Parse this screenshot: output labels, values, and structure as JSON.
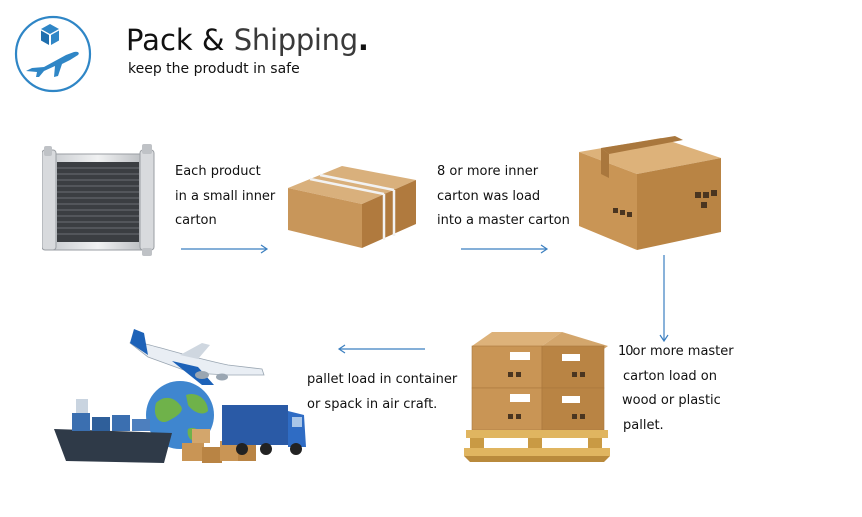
{
  "header": {
    "title_word1": "Pack",
    "title_amp": "&",
    "title_word2": "Shipping",
    "title_dot": ".",
    "subtitle": "keep the produdt in safe",
    "logo_icon": "box-airplane-icon"
  },
  "steps": [
    {
      "line1": "Each product",
      "line2": "in a small inner",
      "line3": "carton",
      "image": "radiator"
    },
    {
      "line1": "8 or more inner",
      "line2": "carton was load",
      "line3": "into a master carton",
      "image": "inner-carton"
    },
    {
      "line1_num": "10",
      "line1_rest": "or more master",
      "line2": "carton load on",
      "line3": "wood or plastic",
      "line4": "pallet.",
      "image": "master-carton"
    },
    {
      "line1": "pallet load in container",
      "line2": "or spack in air craft.",
      "image": "pallet"
    }
  ],
  "colors": {
    "accent_blue": "#2f86c6",
    "arrow_blue": "#3b7fc0",
    "cardboard": "#c89a5e",
    "cardboard_dark": "#a9773d"
  }
}
